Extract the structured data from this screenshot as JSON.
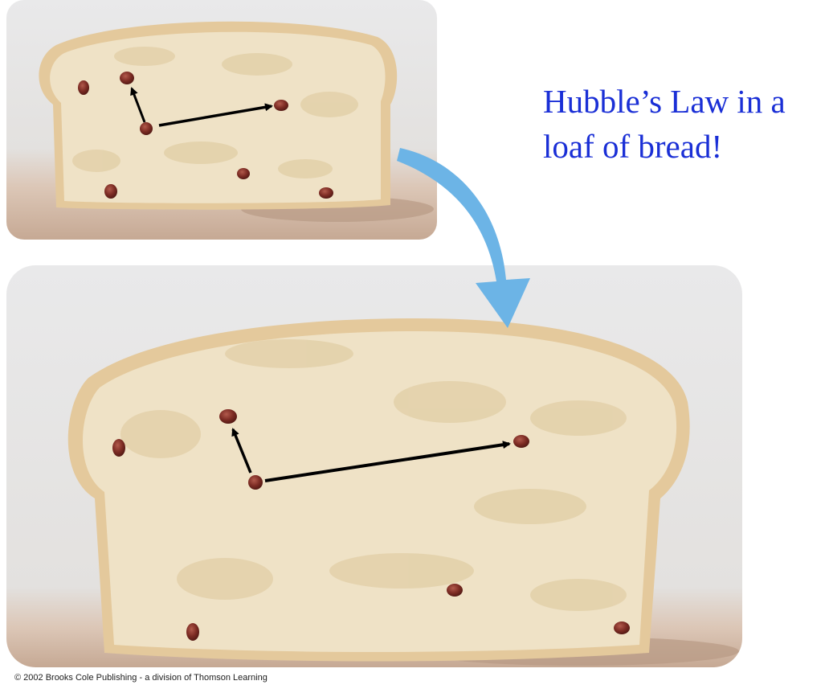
{
  "caption": {
    "line1": "Hubble’s Law in a",
    "line2": "loaf of bread!"
  },
  "credit": "© 2002 Brooks Cole Publishing - a division of Thomson Learning",
  "colors": {
    "caption_text": "#1a2fd6",
    "panel_top": "#e4e4e5",
    "panel_bottom": "#c8ad98",
    "crust": "#e6cc9f",
    "crumb": "#efe3c8",
    "raisin": "#7a2a22",
    "expansion_arrow": "#6cb4e6",
    "separation_arrow": "#000000"
  },
  "icons": {
    "expansion_arrow": "curved-arrow-icon",
    "raisin": "raisin-icon"
  },
  "loaves": [
    {
      "name": "small-loaf",
      "state": "before rising"
    },
    {
      "name": "large-loaf",
      "state": "after rising"
    }
  ]
}
